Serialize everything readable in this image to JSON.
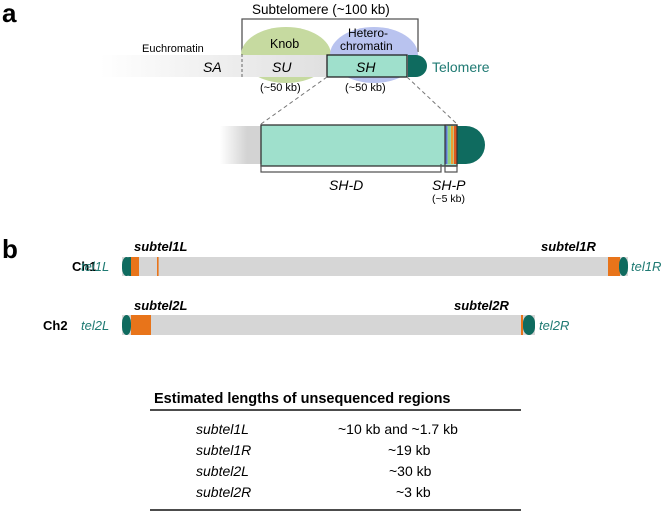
{
  "panel_a": {
    "label": "a",
    "subtelomere": "Subtelomere (~100 kb)",
    "euchromatin": "Euchromatin",
    "knob": "Knob",
    "heterochromatin_line1": "Hetero-",
    "heterochromatin_line2": "chromatin",
    "telomere": "Telomere",
    "sa": "SA",
    "su": "SU",
    "sh": "SH",
    "su_size": "(~50 kb)",
    "sh_size": "(~50 kb)",
    "shd": "SH-D",
    "shp": "SH-P",
    "shp_size": "(~5 kb)"
  },
  "panel_b": {
    "label": "b",
    "ch1": "Ch1",
    "ch2": "Ch2",
    "tel1L": "tel1L",
    "tel1R": "tel1R",
    "tel2L": "tel2L",
    "tel2R": "tel2R",
    "subtel1L": "subtel1L",
    "subtel1R": "subtel1R",
    "subtel2L": "subtel2L",
    "subtel2R": "subtel2R"
  },
  "table": {
    "title": "Estimated lengths of unsequenced regions",
    "rows": [
      {
        "region": "subtel1L",
        "length": "~10 kb and ~1.7 kb"
      },
      {
        "region": "subtel1R",
        "length": "~19 kb"
      },
      {
        "region": "subtel2L",
        "length": "~30 kb"
      },
      {
        "region": "subtel2R",
        "length": "~3 kb"
      }
    ]
  },
  "colors": {
    "teal_dark": "#0f6b5f",
    "teal_light": "#9fe0cc",
    "gray": "#d6d6d6",
    "knob": "#c6daa0",
    "heterochromatin": "#b9c3ef",
    "orange": "#e8741a",
    "label_teal": "#1f7a73"
  }
}
